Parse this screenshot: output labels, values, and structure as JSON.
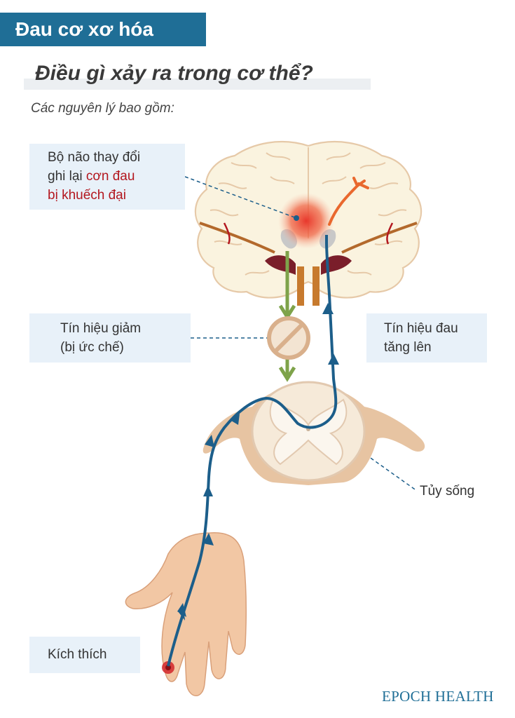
{
  "header": {
    "title": "Đau cơ xơ hóa"
  },
  "subtitle": "Điều gì xảy ra trong cơ thể?",
  "intro": "Các nguyên lý bao gồm:",
  "labels": {
    "brain": {
      "line1": "Bộ não thay đổi",
      "line2_prefix": "ghi lại ",
      "line2_highlight": "cơn đau",
      "line3_highlight": "bị khuếch đại"
    },
    "signal_down": {
      "line1": "Tín hiệu giảm",
      "line2": "(bị ức chế)"
    },
    "signal_up": {
      "line1": "Tín hiệu đau",
      "line2": "tăng lên"
    },
    "spinal_cord": "Tủy sống",
    "stimulus": "Kích thích"
  },
  "brand": "EPOCH HEALTH",
  "colors": {
    "header_bg": "#1f6e96",
    "label_bg": "#e8f1f9",
    "highlight": "#b3171f",
    "ascending_path": "#1c5e8a",
    "descending_path": "#7ea34a",
    "pain_hotspot": "#e8382c",
    "brand": "#1f6e96"
  },
  "icons": {
    "inhibit": "prohibition-icon"
  }
}
